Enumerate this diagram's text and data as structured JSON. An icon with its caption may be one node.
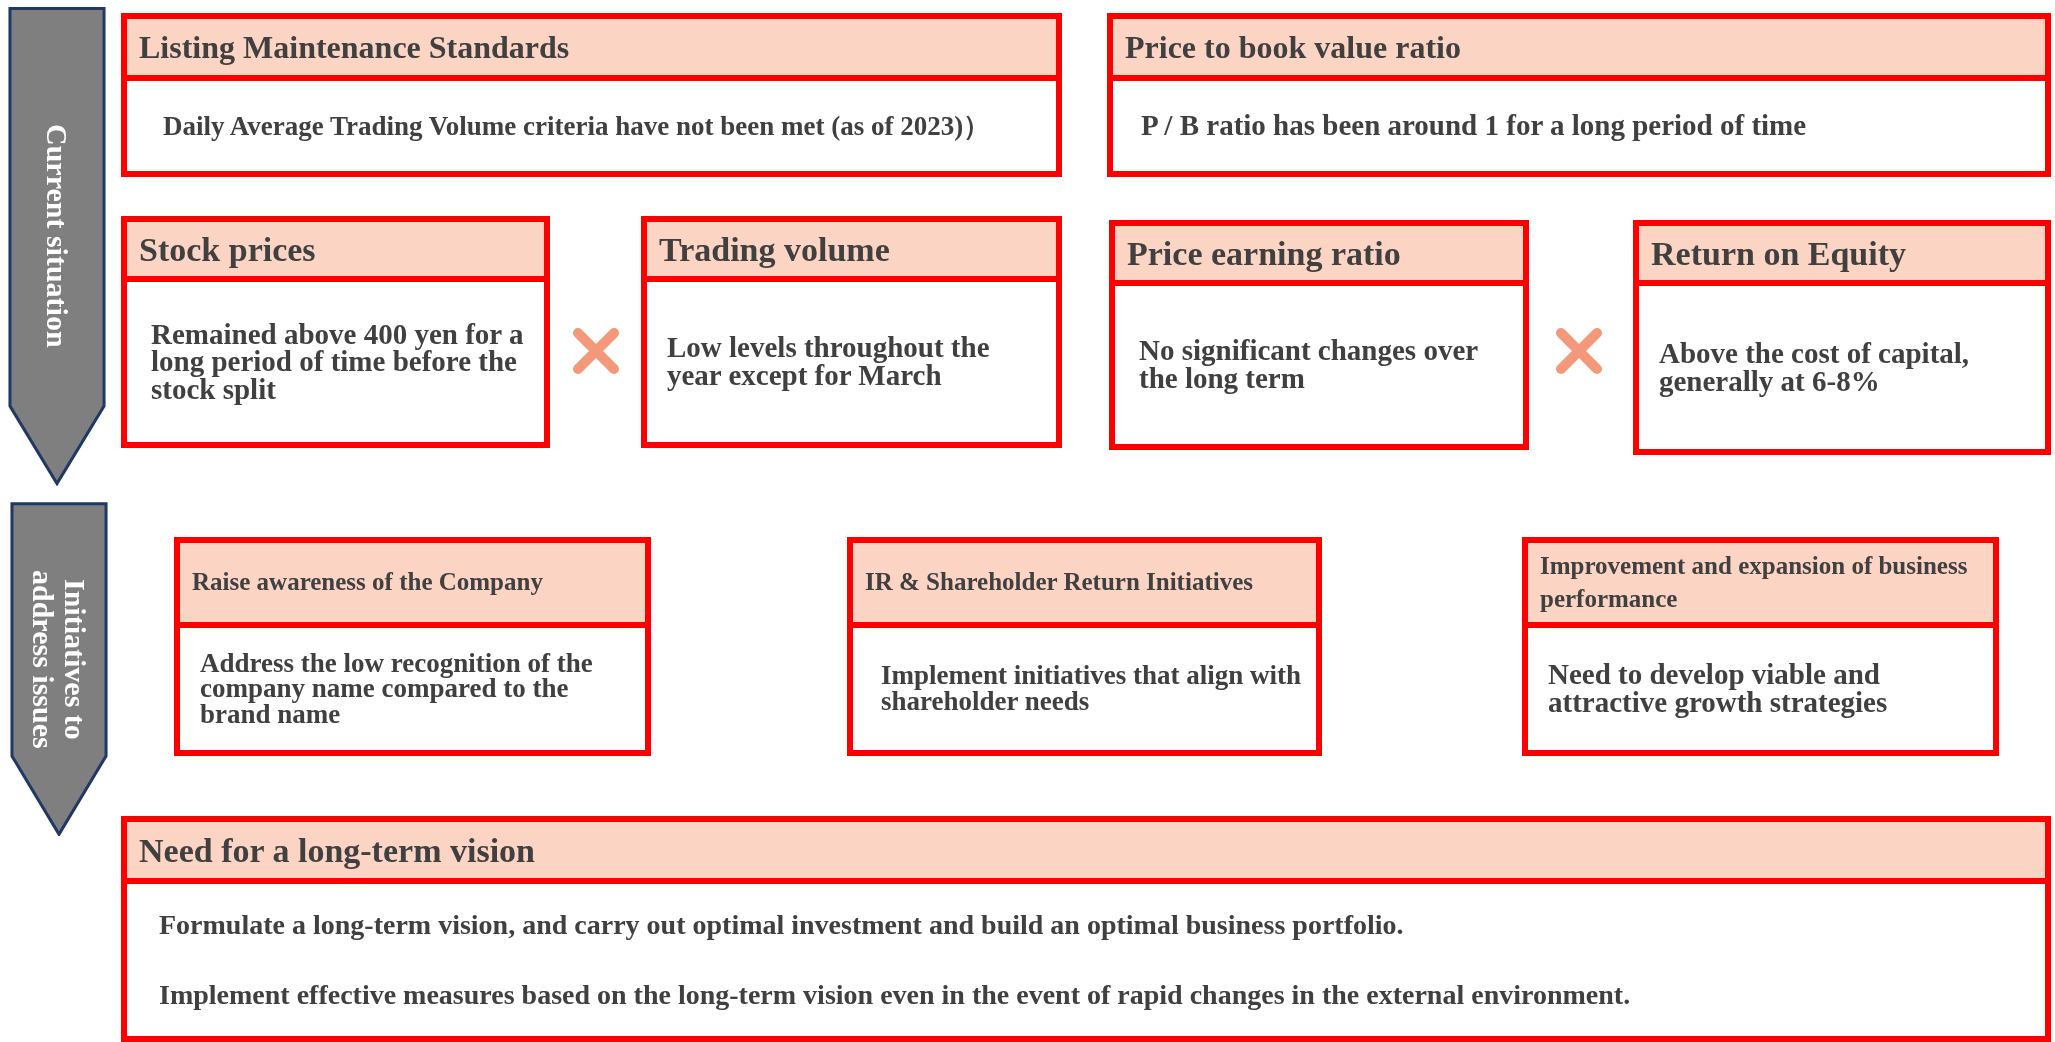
{
  "diagram": {
    "nodes": [
      {
        "text": [
          "Current situation"
        ]
      },
      {
        "text": [
          "Listing Maintenance Standards",
          "Daily Average Trading Volume criteria have not been met (as of 2023)）"
        ]
      },
      {
        "text": [
          "Price to book value ratio",
          "P / B ratio has been around 1 for a long period of time"
        ]
      },
      {
        "text": [
          "Stock prices",
          "Remained above 400 yen for a long period of time before the stock split"
        ]
      },
      {
        "text": [
          "Trading volume",
          "Low levels throughout the year except for March"
        ]
      },
      {
        "text": [
          "Price earning ratio",
          "No significant changes over the long term"
        ]
      },
      {
        "text": [
          "Return on Equity",
          "Above the cost of capital, generally at 6-8%"
        ]
      },
      {
        "text": [
          "Initiatives to address issues"
        ]
      },
      {
        "text": [
          "Raise awareness of the Company",
          "Address the low recognition of the company name compared to the brand name"
        ]
      },
      {
        "text": [
          "IR & Shareholder Return Initiatives",
          "Implement initiatives that align with shareholder needs"
        ]
      },
      {
        "text": [
          "Improvement and expansion of business performance",
          "Need to develop viable and attractive growth strategies"
        ]
      },
      {
        "text": [
          "Need for a long-term vision",
          "Formulate a long-term vision, and carry out optimal investment and build an optimal business portfolio.",
          "Implement effective measures based on the long-term vision even in the event of rapid changes in the external environment."
        ]
      }
    ]
  }
}
